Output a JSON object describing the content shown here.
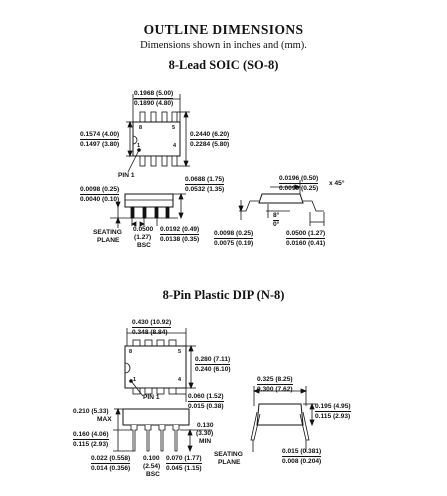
{
  "header": {
    "title": "OUTLINE DIMENSIONS",
    "subtitle": "Dimensions shown in inches and (mm)."
  },
  "soic": {
    "heading": "8-Lead SOIC (SO-8)",
    "body_length_max": "0.1968 (5.00)",
    "body_length_min": "0.1890 (4.80)",
    "body_width_max": "0.1574 (4.00)",
    "body_width_min": "0.1497 (3.80)",
    "overall_width_max": "0.2440 (6.20)",
    "overall_width_min": "0.2284 (5.80)",
    "pin_label_8": "8",
    "pin_label_5": "5",
    "pin_label_1": "1",
    "pin_label_4": "4",
    "pin1_label": "PIN 1",
    "height_max": "0.0688 (1.75)",
    "height_min": "0.0532 (1.35)",
    "standoff_max": "0.0098 (0.25)",
    "standoff_min": "0.0040 (0.10)",
    "seating_plane_line1": "SEATING",
    "seating_plane_line2": "PLANE",
    "pitch_in": "0.0500",
    "pitch_mm": "(1.27)",
    "pitch_bsc": "BSC",
    "lead_w_max": "0.0192 (0.49)",
    "lead_w_min": "0.0138 (0.35)",
    "chamfer_max": "0.0196 (0.50)",
    "chamfer_min": "0.0099 (0.25)",
    "chamfer_angle": "x 45°",
    "angle_max": "8°",
    "angle_min": "0°",
    "lead_t_max": "0.0098 (0.25)",
    "lead_t_min": "0.0075 (0.19)",
    "foot_max": "0.0500 (1.27)",
    "foot_min": "0.0160 (0.41)"
  },
  "dip": {
    "heading": "8-Pin Plastic DIP (N-8)",
    "length_max": "0.430 (10.92)",
    "length_min": "0.348 (8.84)",
    "pin_label_8": "8",
    "pin_label_5": "5",
    "pin_label_1": "1",
    "pin_label_4": "4",
    "width_max": "0.280 (7.11)",
    "width_min": "0.240 (6.10)",
    "pin1_label": "PIN 1",
    "end_max": "0.060 (1.52)",
    "end_min": "0.015 (0.38)",
    "height_value": "0.210 (5.33)",
    "height_max_label": "MAX",
    "lead_len_max": "0.160 (4.06)",
    "lead_len_min": "0.115 (2.93)",
    "lead_w_max": "0.022 (0.558)",
    "lead_w_min": "0.014 (0.356)",
    "pitch_in": "0.100",
    "pitch_mm": "(2.54)",
    "pitch_bsc": "BSC",
    "shoulder_max": "0.070 (1.77)",
    "shoulder_min": "0.045 (1.15)",
    "seat_min_in": "0.130",
    "seat_min_mm": "(3.30)",
    "seat_min_label": "MIN",
    "seating_plane_line1": "SEATING",
    "seating_plane_line2": "PLANE",
    "row_max": "0.325 (8.25)",
    "row_min": "0.300 (7.62)",
    "lead_span_max": "0.195 (4.95)",
    "lead_span_min": "0.115 (2.93)",
    "lead_t_max": "0.015 (0.381)",
    "lead_t_min": "0.008 (0.204)"
  }
}
